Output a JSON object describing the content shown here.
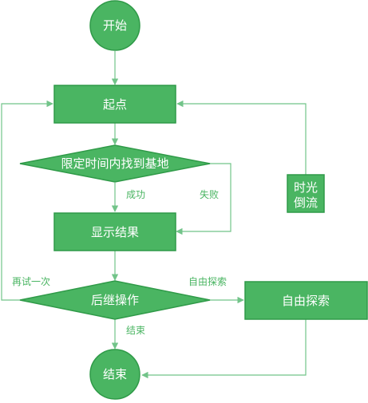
{
  "nodes": {
    "start": "开始",
    "origin": "起点",
    "decision_find": "限定时间内找到基地",
    "show_result": "显示结果",
    "followup": "后继操作",
    "free_explore": "自由探索",
    "time_rewind_line1": "时光",
    "time_rewind_line2": "倒流",
    "end": "结束"
  },
  "edges": {
    "success": "成功",
    "failure": "失败",
    "retry": "再试一次",
    "explore": "自由探索",
    "finish": "结束"
  },
  "colors": {
    "shape_fill": "#4ab562",
    "shape_stroke": "#2f9a48",
    "connector": "#72c489",
    "node_text": "#ffffff",
    "edge_text": "#4ab562"
  }
}
